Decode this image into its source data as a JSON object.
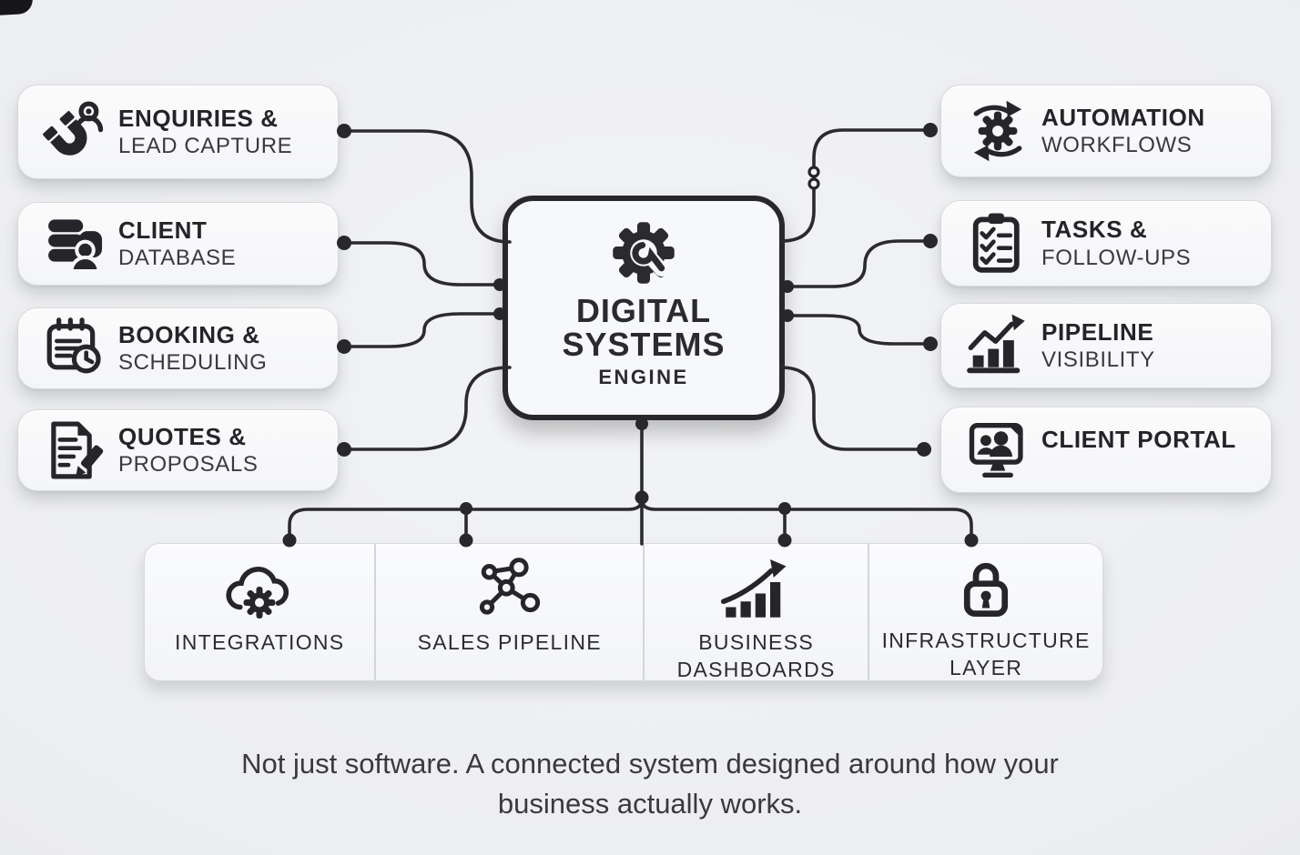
{
  "colors": {
    "ink": "#26262a",
    "line": "#2b2b2e",
    "box_background": "#f7f8fa",
    "box_border": "#d8d9dd",
    "page_background": "#edeef0"
  },
  "hub": {
    "icon": "gear-swirl-icon",
    "title_line1": "DIGITAL",
    "title_line2": "SYSTEMS",
    "title_line3": "ENGINE"
  },
  "left_nodes": [
    {
      "icon": "magnet-lead-icon",
      "title": "ENQUIRIES &",
      "subtitle": "LEAD CAPTURE"
    },
    {
      "icon": "database-client-icon",
      "title": "CLIENT",
      "subtitle": "DATABASE"
    },
    {
      "icon": "calendar-clock-icon",
      "title": "BOOKING &",
      "subtitle": "SCHEDULING"
    },
    {
      "icon": "document-pencil-icon",
      "title": "QUOTES &",
      "subtitle": "PROPOSALS"
    }
  ],
  "right_nodes": [
    {
      "icon": "gear-sync-icon",
      "title": "AUTOMATION",
      "subtitle": "WORKFLOWS"
    },
    {
      "icon": "clipboard-checklist-icon",
      "title": "TASKS &",
      "subtitle": "FOLLOW-UPS"
    },
    {
      "icon": "growth-chart-icon",
      "title": "PIPELINE",
      "subtitle": "VISIBILITY"
    },
    {
      "icon": "monitor-users-icon",
      "title": "CLIENT PORTAL"
    }
  ],
  "bottom_nodes": [
    {
      "icon": "cloud-gear-icon",
      "label": "INTEGRATIONS"
    },
    {
      "icon": "network-nodes-icon",
      "label": "SALES PIPELINE"
    },
    {
      "icon": "bar-growth-icon",
      "label": "BUSINESS DASHBOARDS"
    },
    {
      "icon": "padlock-icon",
      "label": "INFRASTRUCTURE LAYER"
    }
  ],
  "caption": {
    "line1": "Not just software. A connected system designed around how your",
    "line2": "business actually works."
  }
}
